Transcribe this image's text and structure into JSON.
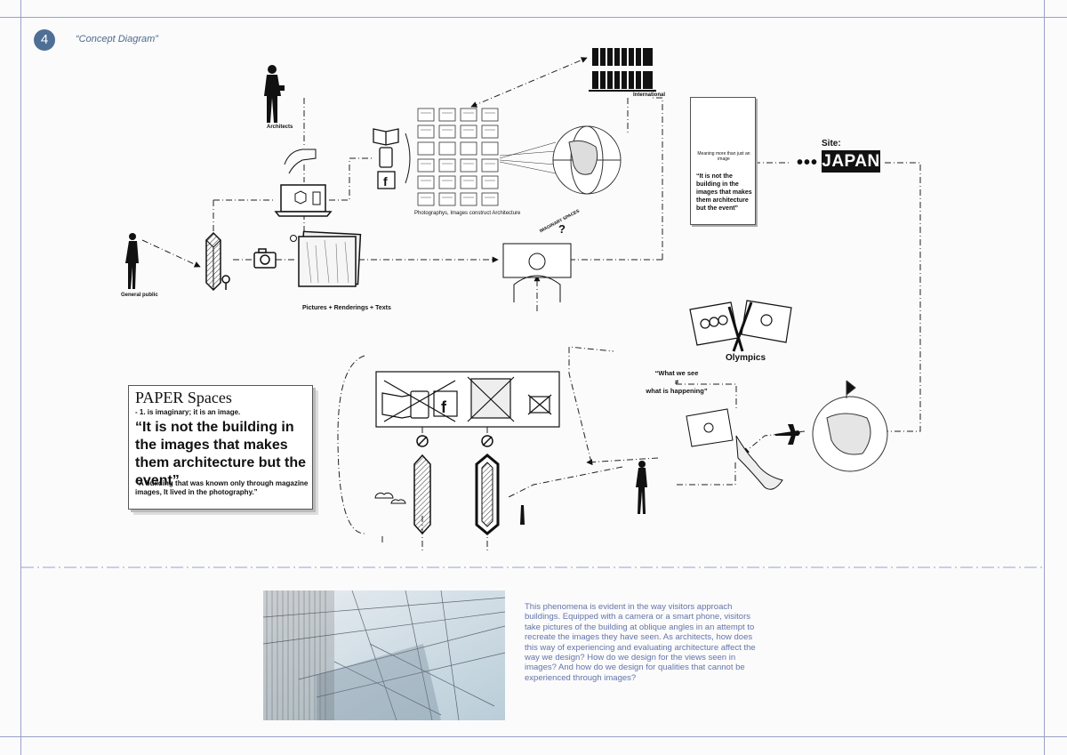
{
  "page": {
    "number": "4",
    "title": "“Concept Diagram”"
  },
  "labels": {
    "architects": "Architects",
    "general_public": "General public",
    "international": "International",
    "photographs_caption": "Photographys, Images construct Architecture",
    "pictures_caption": "Pictures + Renderings + Texts",
    "imaginary_spaces": "IMAGINARY SPACES",
    "question_mark": "?",
    "site_label": "Site:",
    "site_dots": "•••",
    "site_name": "JAPAN",
    "olympics": "Olympics",
    "what_we_see": "“What we see",
    "not_equal": "≠",
    "what_is_happening": "what is happening”"
  },
  "card": {
    "subtitle": "Meaning more than just an image",
    "quote": "“It is not the building in the images that makes them architecture but the event”"
  },
  "paper_spaces": {
    "title": "PAPER Spaces",
    "subtitle": "- 1. is imaginary; it is an image.",
    "quote": "“It is not the building in the images that makes them architecture but the event”",
    "description": "“A building that was known only through magazine images, It lived in the photography.”"
  },
  "paragraph": "This phenomena is evident in the way visitors approach buildings. Equipped with a camera or a smart phone, visitors take pictures of the building at oblique angles in an attempt to recreate the images they have seen. As architects, how does this way of experiencing and evaluating architecture affect the way we design? How do we design for the views seen in images? And how do we design for qualities that cannot be experienced through images?",
  "icons": [
    "architect-figure-icon",
    "public-figure-icon",
    "hand-icon",
    "laptop-icon",
    "book-icon",
    "phone-icon",
    "facebook-icon",
    "camera-icon",
    "tower-icon",
    "location-pin-icon",
    "globe-icon",
    "crowd-icon",
    "plane-icon",
    "flag-icon",
    "brain-icon"
  ],
  "colors": {
    "accent": "#4f6f94",
    "text_blue": "#6475a8",
    "frame": "#9aa0c8"
  }
}
